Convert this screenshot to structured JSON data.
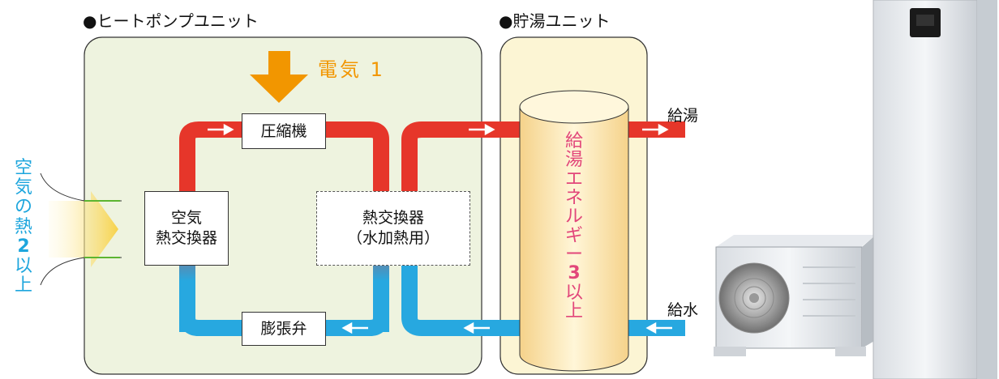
{
  "sections": {
    "heat_pump_unit": "●ヒートポンプユニット",
    "tank_unit": "●貯湯ユニット"
  },
  "labels": {
    "electricity": "電気 1",
    "compressor": "圧縮機",
    "air_hx_line1": "空気",
    "air_hx_line2": "熱交換器",
    "water_hx_line1": "熱交換器",
    "water_hx_line2": "（水加熱用）",
    "expansion_valve": "膨張弁",
    "hot_water_supply": "給湯",
    "water_supply": "給水",
    "air_heat_chars": [
      "空",
      "気",
      "の",
      "熱",
      "2",
      "以",
      "上"
    ],
    "hot_water_energy_chars": [
      "給",
      "湯",
      "エ",
      "ネ",
      "ル",
      "ギ",
      "ー",
      "3",
      "以",
      "上"
    ]
  },
  "colors": {
    "hot_pipe": "#e6362a",
    "cold_pipe": "#27a8e0",
    "electric_arrow": "#f29600",
    "heat_pump_panel": "#eef3df",
    "tank_panel": "#fcf5d4",
    "air_text": "#1ea6dd",
    "energy_text": "#e2477a"
  }
}
